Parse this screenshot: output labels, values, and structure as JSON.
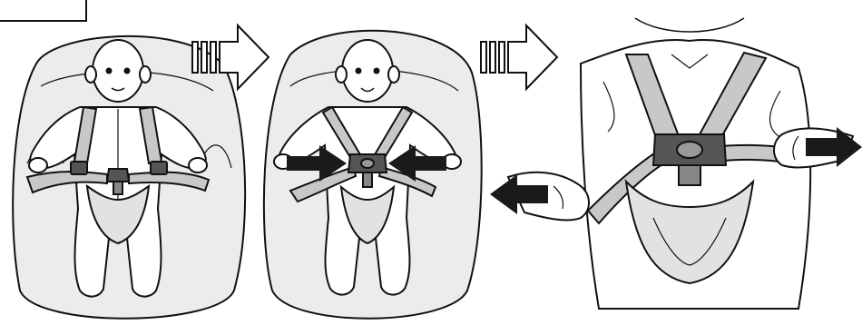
{
  "figure": {
    "step_label": "",
    "panels": [
      {
        "name": "panel-1",
        "state": "harness-open"
      },
      {
        "name": "panel-2",
        "state": "buckle-fastened"
      },
      {
        "name": "panel-3",
        "state": "straps-tightened-closeup"
      }
    ],
    "arrow_icons": [
      "step-arrow-icon",
      "step-arrow-icon",
      "push-arrow-icon",
      "push-arrow-icon",
      "pull-arrow-icon",
      "pull-arrow-icon"
    ],
    "colors": {
      "line": "#111111",
      "strap": "#c8c8c8",
      "buckle": "#555555",
      "cushion": "#ececec",
      "arrow_fill": "#1a1a1a"
    }
  }
}
